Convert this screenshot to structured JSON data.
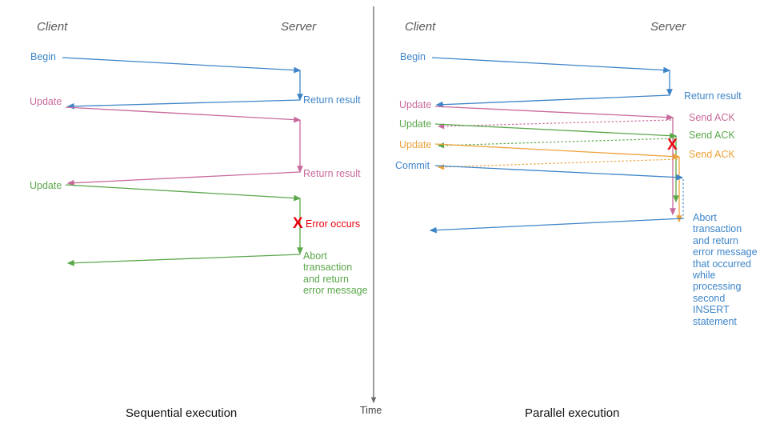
{
  "diagram": {
    "title_colors": {
      "blue": "#3d85c8",
      "pink": "#c8699b",
      "green": "#5aa74a",
      "orange": "#eda13b",
      "red": "#e8000d",
      "actor_gray": "#595959",
      "axis_gray": "#404040",
      "caption_black": "#111111"
    },
    "time_axis": {
      "label": "Time"
    },
    "panels": [
      {
        "id": "sequential",
        "caption": "Sequential execution",
        "actors": {
          "client": "Client",
          "server": "Server"
        },
        "messages": [
          {
            "id": "seq-begin",
            "label": "Begin",
            "color": "#3d85c8",
            "side": "client"
          },
          {
            "id": "seq-return-1",
            "label": "Return result",
            "color": "#3d85c8",
            "side": "server"
          },
          {
            "id": "seq-update-1",
            "label": "Update",
            "color": "#c8699b",
            "side": "client"
          },
          {
            "id": "seq-return-2",
            "label": "Return result",
            "color": "#c8699b",
            "side": "server"
          },
          {
            "id": "seq-update-2",
            "label": "Update",
            "color": "#5aa74a",
            "side": "client"
          },
          {
            "id": "seq-error",
            "label": "Error occurs",
            "color": "#e8000d",
            "side": "server"
          },
          {
            "id": "seq-abort",
            "label": "Abort\ntransaction\nand return\nerror message",
            "color": "#5aa74a",
            "side": "server"
          }
        ],
        "error_marker": "X"
      },
      {
        "id": "parallel",
        "caption": "Parallel execution",
        "actors": {
          "client": "Client",
          "server": "Server"
        },
        "messages": [
          {
            "id": "par-begin",
            "label": "Begin",
            "color": "#3d85c8",
            "side": "client"
          },
          {
            "id": "par-return-1",
            "label": "Return result",
            "color": "#3d85c8",
            "side": "server"
          },
          {
            "id": "par-update-1",
            "label": "Update",
            "color": "#c8699b",
            "side": "client"
          },
          {
            "id": "par-ack-1",
            "label": "Send ACK",
            "color": "#c8699b",
            "side": "server"
          },
          {
            "id": "par-update-2",
            "label": "Update",
            "color": "#5aa74a",
            "side": "client"
          },
          {
            "id": "par-ack-2",
            "label": "Send ACK",
            "color": "#5aa74a",
            "side": "server"
          },
          {
            "id": "par-update-3",
            "label": "Update",
            "color": "#eda13b",
            "side": "client"
          },
          {
            "id": "par-ack-3",
            "label": "Send ACK",
            "color": "#eda13b",
            "side": "server"
          },
          {
            "id": "par-commit",
            "label": "Commit",
            "color": "#3d85c8",
            "side": "client"
          },
          {
            "id": "par-abort",
            "label": "Abort\ntransaction\nand return\nerror message\nthat occurred\nwhile\nprocessing\nsecond\nINSERT\nstatement",
            "color": "#3d85c8",
            "side": "server"
          }
        ],
        "error_marker": "X"
      }
    ]
  }
}
